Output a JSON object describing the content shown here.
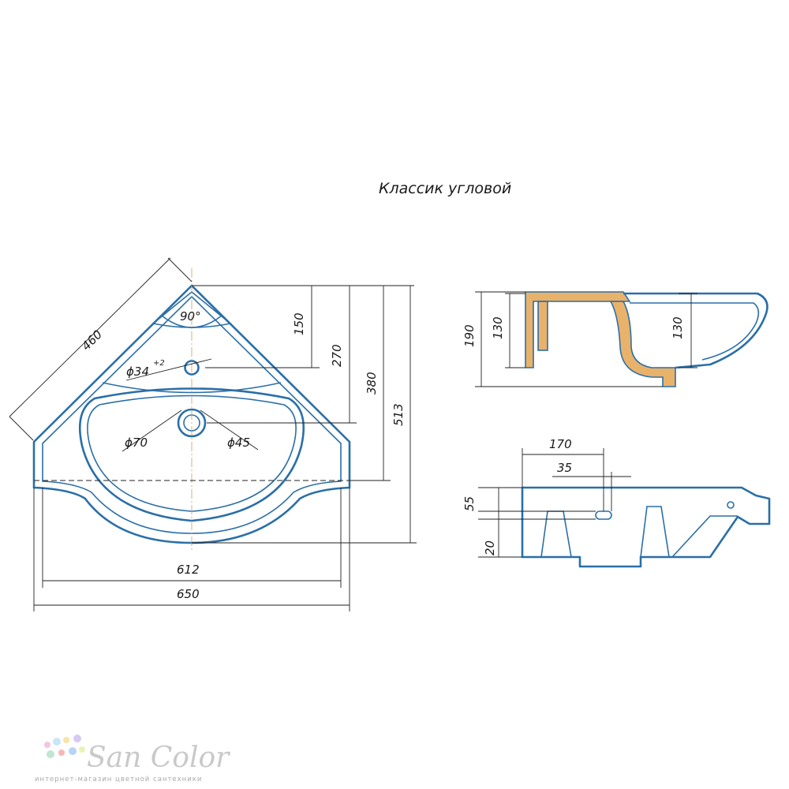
{
  "title": "Классик угловой",
  "top_view": {
    "dims": {
      "side": "460",
      "angle": "90°",
      "hole_small": "ϕ34",
      "hole_small_tol": "+2",
      "drain_outer": "ϕ70",
      "drain_inner": "ϕ45",
      "v150": "150",
      "v270": "270",
      "v380": "380",
      "v513": "513",
      "w612": "612",
      "w650": "650"
    }
  },
  "side_view": {
    "dims": {
      "h190": "190",
      "h130_left": "130",
      "h130_right": "130"
    }
  },
  "front_view": {
    "dims": {
      "w170": "170",
      "w35": "35",
      "h55": "55",
      "h20": "20"
    }
  },
  "logo": {
    "name": "San Color",
    "tagline": "интернет-магазин цветной сантехники",
    "dot_colors": [
      "#f7c3e0",
      "#c9e6f7",
      "#fbe3a7",
      "#d8c9f2",
      "#bfe7cf",
      "#f5b7b7",
      "#b7d3f5",
      "#e6f5b7"
    ]
  }
}
